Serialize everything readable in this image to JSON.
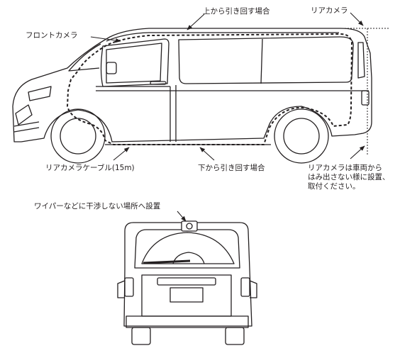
{
  "labels": {
    "front_camera": "フロントカメラ",
    "route_top": "上から引き回す場合",
    "rear_camera": "リアカメラ",
    "rear_cable": "リアカメラケーブル(15m)",
    "route_bottom": "下から引き回す場合",
    "mount_note": [
      "リアカメラは車両から",
      "はみ出さない様に設置、",
      "取付ください。"
    ],
    "wiper_note": "ワイパーなどに干渉しない場所へ設置"
  },
  "colors": {
    "line": "#231f20",
    "background": "#ffffff"
  }
}
